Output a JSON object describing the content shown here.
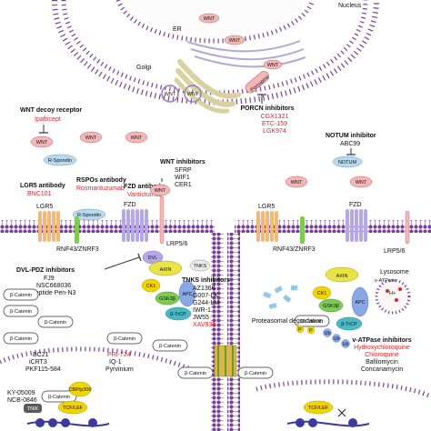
{
  "compartments": {
    "nucleus": "Nucleus",
    "er": "ER",
    "golgi": "Golgi",
    "lysosome": "Lysosome"
  },
  "wnt_label": "WNT",
  "porcupine": "Porcupine",
  "porcn": {
    "title": "PORCN inhibitors",
    "drugs": [
      "CGX1321",
      "ETC-159",
      "LGK974"
    ]
  },
  "decoy": {
    "title": "WNT decoy receptor",
    "drug": "Ipafricept",
    "rspondin": "R-Spondin"
  },
  "notum": {
    "title": "NOTUM inhibitor",
    "drug": "ABC99",
    "protein": "NOTUM"
  },
  "lgr5_ab": {
    "title": "LGR5 antibody",
    "drug": "BNC101"
  },
  "rspo_ab": {
    "title": "RSPOs antibody",
    "drug": "Rosmantuzumab"
  },
  "fzd_ab": {
    "title": "FZD antibody",
    "drug": "Vantictumab"
  },
  "wnt_inhibitors": {
    "title": "WNT inhibitors",
    "items": [
      "SFRP",
      "WIF1",
      "CER1"
    ]
  },
  "receptors": {
    "lgr5": "LGR5",
    "fzd": "FZD",
    "lrp": "LRP5/6",
    "rnf": "RNF43/ZNRF3",
    "rspondin": "R-Spondin"
  },
  "dvl_pdz": {
    "title": "DVL-PDZ inhibitors",
    "items": [
      "FJ9",
      "NSC668036",
      "Peptide Pen-N3"
    ]
  },
  "tnks": {
    "title": "TNKS inhibitors",
    "items": [
      "AZ1366",
      "G007-LK",
      "G244-LM",
      "IWR-1",
      "JW55"
    ],
    "red_item": "XAV939"
  },
  "complex": {
    "dvl": "DVL",
    "axin": "AXIN",
    "ck1": "CK1",
    "gsk": "GSK3β",
    "apc": "APC",
    "btrcp": "β-TrCP",
    "tnks": "TNKS",
    "p": "P",
    "ub": "Ub"
  },
  "bcat": "β-Catenin",
  "nuclear_inh_left": [
    "BC21",
    "iCRT3",
    "PKF115-584"
  ],
  "nuclear_inh_mid": {
    "red": "PRI-724",
    "items": [
      "IQ-1",
      "Pyrvinium"
    ]
  },
  "nuclear_inh_far": [
    "KY-05009",
    "NCB-0846"
  ],
  "tnik": "TNIK",
  "tcf": "TCF/LEF",
  "cbp": "CBP/p300",
  "proteasomal": "Proteasomal degradation",
  "vatpase": {
    "title": "v-ATPase inhibitors",
    "red": [
      "Hydroxychloroquine",
      "Chloroquine"
    ],
    "items": [
      "Bafilomycin",
      "Concanamycin"
    ],
    "pump": "v-ATPase",
    "h": "H+"
  },
  "colors": {
    "membrane_head": "#7a3f99",
    "wnt": "#f4b6b6",
    "rspondin": "#b9d9ef",
    "lgr5": "#f2b87a",
    "fzd": "#b4a9e6",
    "bcat": "#ffffff",
    "axin": "#e9e34a",
    "ck1": "#f3d400",
    "gsk": "#7ccc52",
    "apc": "#8aa7e8",
    "btrcp": "#4cb8c4",
    "tnik": "#5a5a5a",
    "tcf": "#f3d400",
    "cbp": "#f3d400",
    "inhibitor_red": "#e0232a"
  }
}
